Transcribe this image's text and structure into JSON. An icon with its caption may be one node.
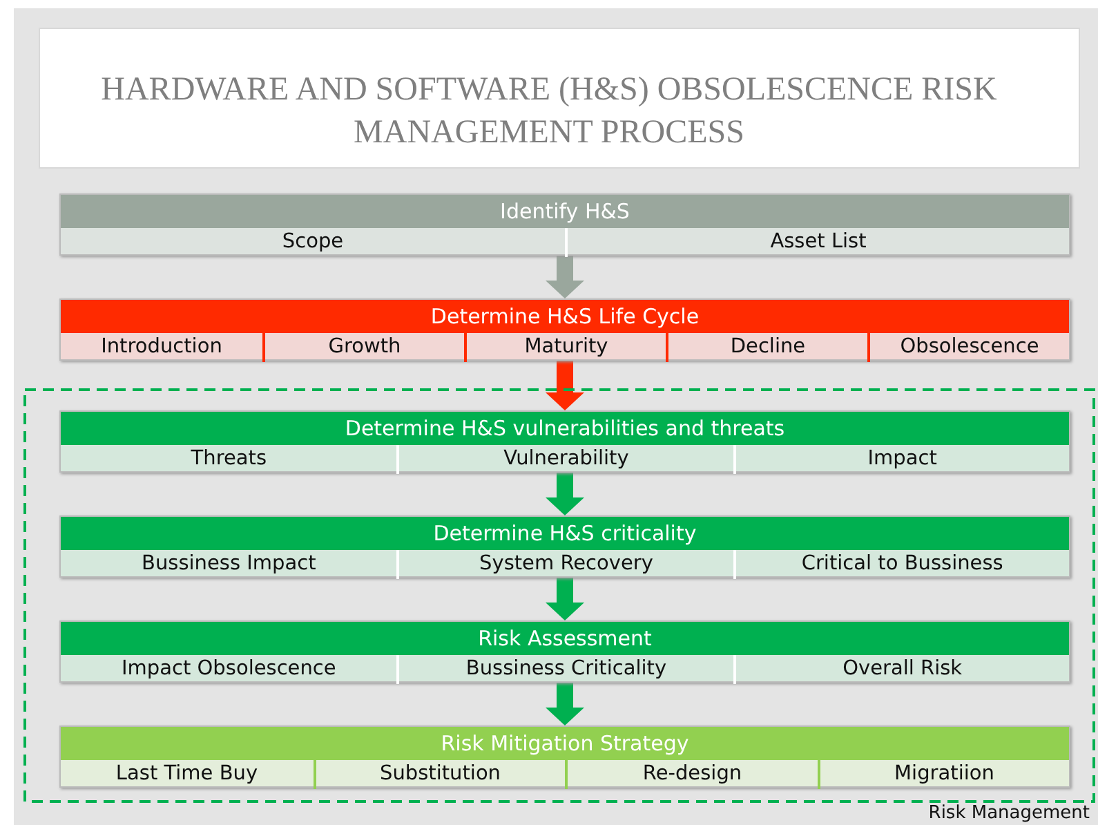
{
  "diagram": {
    "title": "HARDWARE AND SOFTWARE (H&S) OBSOLESCENCE RISK MANAGEMENT PROCESS",
    "nodes": [
      {
        "text": [
          "Identify H&S"
        ]
      },
      {
        "text": [
          "Scope"
        ],
        "in": 0
      },
      {
        "text": [
          "Asset List"
        ],
        "in": 0
      },
      {
        "text": [
          "Determine H&S Life Cycle"
        ]
      },
      {
        "text": [
          "Introduction"
        ],
        "in": 3
      },
      {
        "text": [
          "Growth"
        ],
        "in": 3
      },
      {
        "text": [
          "Maturity"
        ],
        "in": 3
      },
      {
        "text": [
          "Decline"
        ],
        "in": 3
      },
      {
        "text": [
          "Obsolescence"
        ],
        "in": 3
      },
      {
        "text": [
          "Risk Management"
        ]
      },
      {
        "text": [
          "Determine H&S vulnerabilities and threats"
        ],
        "in": 9
      },
      {
        "text": [
          "Threats"
        ],
        "in": 10
      },
      {
        "text": [
          "Vulnerability"
        ],
        "in": 10
      },
      {
        "text": [
          "Impact"
        ],
        "in": 10
      },
      {
        "text": [
          "Determine H&S criticality"
        ],
        "in": 9
      },
      {
        "text": [
          "Bussiness Impact"
        ],
        "in": 14
      },
      {
        "text": [
          "System Recovery"
        ],
        "in": 14
      },
      {
        "text": [
          "Critical to Bussiness"
        ],
        "in": 14
      },
      {
        "text": [
          "Risk Assessment"
        ],
        "in": 9
      },
      {
        "text": [
          "Impact Obsolescence"
        ],
        "in": 18
      },
      {
        "text": [
          "Bussiness Criticality"
        ],
        "in": 18
      },
      {
        "text": [
          "Overall Risk"
        ],
        "in": 18
      },
      {
        "text": [
          "Risk Mitigation Strategy"
        ],
        "in": 9
      },
      {
        "text": [
          "Last Time Buy"
        ],
        "in": 22
      },
      {
        "text": [
          "Substitution"
        ],
        "in": 22
      },
      {
        "text": [
          "Re-design"
        ],
        "in": 22
      },
      {
        "text": [
          "Migratiion"
        ],
        "in": 22
      }
    ],
    "edges": [
      {
        "from": 0,
        "to": 3,
        "arrow": "to",
        "color": "#9aa79d"
      },
      {
        "from": 3,
        "to": 10,
        "arrow": "to",
        "color": "#ff2a00"
      },
      {
        "from": 10,
        "to": 14,
        "arrow": "to"
      },
      {
        "from": 14,
        "to": 18,
        "arrow": "to"
      },
      {
        "from": 18,
        "to": 22,
        "arrow": "to"
      }
    ]
  }
}
